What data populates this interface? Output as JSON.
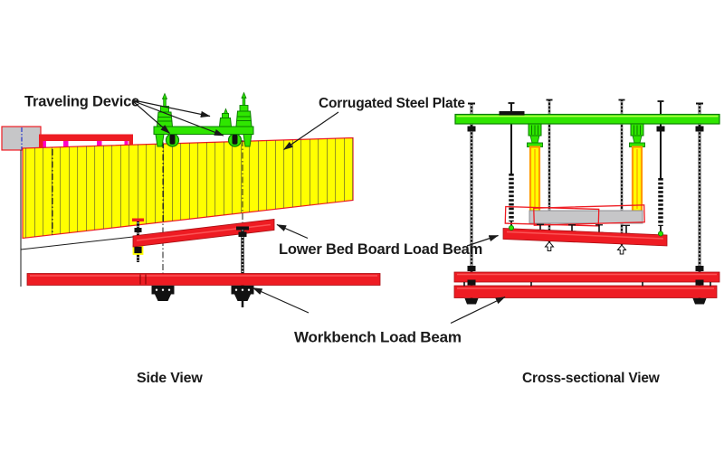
{
  "labels": {
    "traveling_device": "Traveling Device",
    "corrugated_steel_plate": "Corrugated Steel Plate",
    "lower_bed_board_load_beam": "Lower Bed Board Load Beam",
    "workbench_load_beam": "Workbench Load Beam"
  },
  "captions": {
    "side_view": "Side View",
    "cross_sectional_view": "Cross-sectional View"
  },
  "colors": {
    "red": "#ee1c23",
    "red_dark": "#a80d12",
    "red_hi": "#ff6b6b",
    "green": "#2fe600",
    "green_dark": "#0b7d00",
    "green_hi": "#b4ff46",
    "yellow": "#ffff00",
    "orange": "#ff9900",
    "magenta": "#ff00c8",
    "gray": "#c6c6c8",
    "gray_dark": "#8f8f93",
    "blue": "#2233cc",
    "ink": "#1a1a1a",
    "stripe": "#3a3a3a"
  }
}
